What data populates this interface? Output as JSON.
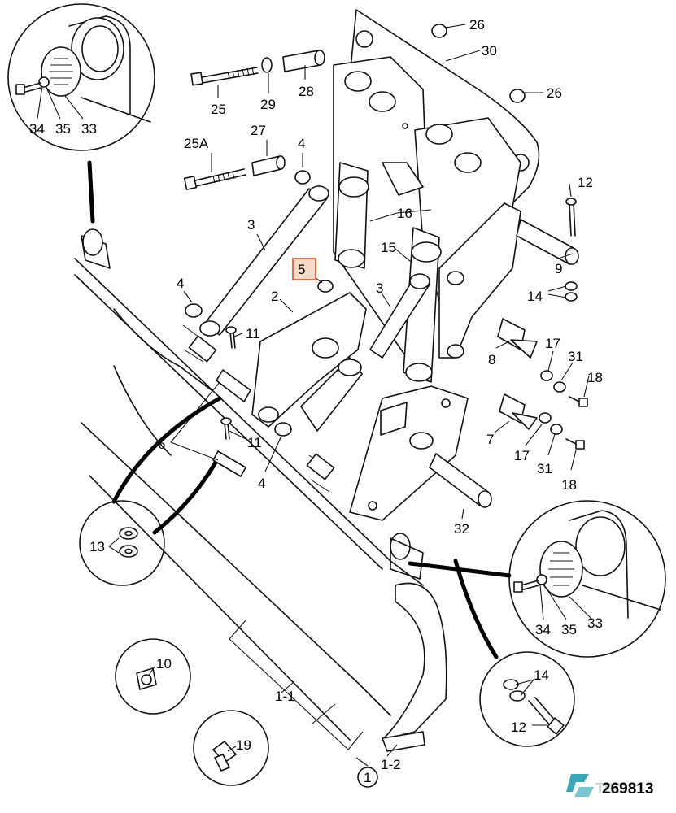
{
  "diagram": {
    "reference_number": "269813",
    "logo_text": "TDC",
    "highlighted_callout": "5",
    "callouts": [
      {
        "id": "c26a",
        "text": "26"
      },
      {
        "id": "c30",
        "text": "30"
      },
      {
        "id": "c26b",
        "text": "26"
      },
      {
        "id": "c25",
        "text": "25"
      },
      {
        "id": "c29",
        "text": "29"
      },
      {
        "id": "c28",
        "text": "28"
      },
      {
        "id": "c25a",
        "text": "25A"
      },
      {
        "id": "c27",
        "text": "27"
      },
      {
        "id": "c4a",
        "text": "4"
      },
      {
        "id": "c12a",
        "text": "12"
      },
      {
        "id": "c3a",
        "text": "3"
      },
      {
        "id": "c16",
        "text": "16"
      },
      {
        "id": "c15",
        "text": "15"
      },
      {
        "id": "c5",
        "text": "5"
      },
      {
        "id": "c9",
        "text": "9"
      },
      {
        "id": "c4b",
        "text": "4"
      },
      {
        "id": "c2",
        "text": "2"
      },
      {
        "id": "c3b",
        "text": "3"
      },
      {
        "id": "c14a",
        "text": "14"
      },
      {
        "id": "c11a",
        "text": "11"
      },
      {
        "id": "c17a",
        "text": "17"
      },
      {
        "id": "c31a",
        "text": "31"
      },
      {
        "id": "c8",
        "text": "8"
      },
      {
        "id": "c18a",
        "text": "18"
      },
      {
        "id": "c6",
        "text": "6"
      },
      {
        "id": "c11b",
        "text": "11"
      },
      {
        "id": "c7",
        "text": "7"
      },
      {
        "id": "c17b",
        "text": "17"
      },
      {
        "id": "c4c",
        "text": "4"
      },
      {
        "id": "c31b",
        "text": "31"
      },
      {
        "id": "c18b",
        "text": "18"
      },
      {
        "id": "c32",
        "text": "32"
      },
      {
        "id": "c13",
        "text": "13"
      },
      {
        "id": "c34a",
        "text": "34"
      },
      {
        "id": "c35a",
        "text": "35"
      },
      {
        "id": "c33a",
        "text": "33"
      },
      {
        "id": "c34b",
        "text": "34"
      },
      {
        "id": "c35b",
        "text": "35"
      },
      {
        "id": "c33b",
        "text": "33"
      },
      {
        "id": "c10",
        "text": "10"
      },
      {
        "id": "c14b",
        "text": "14"
      },
      {
        "id": "c12b",
        "text": "12"
      },
      {
        "id": "c19",
        "text": "19"
      },
      {
        "id": "c1-1",
        "text": "1-1"
      },
      {
        "id": "c1-2",
        "text": "1-2"
      },
      {
        "id": "c1",
        "text": "1"
      }
    ]
  }
}
